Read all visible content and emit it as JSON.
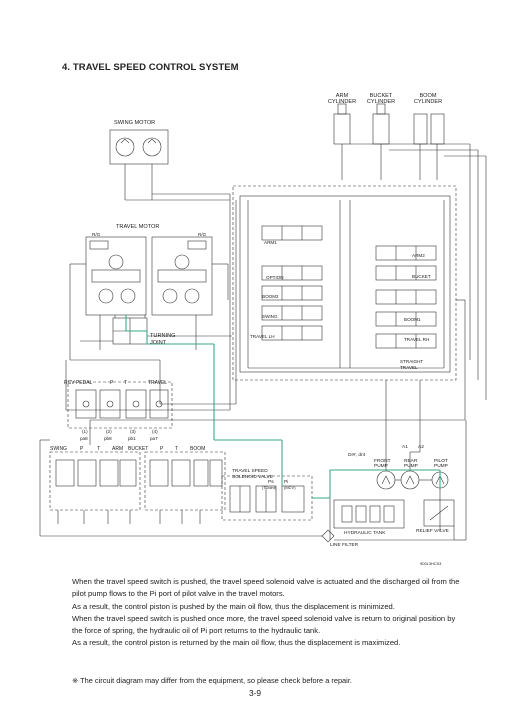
{
  "section_title": "4. TRAVEL SPEED CONTROL SYSTEM",
  "diagram": {
    "cylinders": {
      "arm": [
        "ARM",
        "CYLINDER"
      ],
      "bucket": [
        "BUCKET",
        "CYLINDER"
      ],
      "boom": [
        "BOOM",
        "CYLINDER"
      ]
    },
    "swing_motor": "SWING MOTOR",
    "travel_motor": "TRAVEL MOTOR",
    "rg_left": "R/G",
    "rg_right": "R/G",
    "turning_joint": [
      "TURNING",
      "JOINT"
    ],
    "spools": {
      "arm1": "ARM1",
      "arm2": "ARM2",
      "option": "OPTION",
      "bucket": "BUCKET",
      "swing": "SWING",
      "boom1": "BOOM1",
      "boom2": "BOOM2",
      "travel_lh": "TRAVEL LH",
      "travel_rh": "TRAVEL RH",
      "straight_travel": [
        "STRAIGHT",
        "TRAVEL"
      ]
    },
    "rcv_pedal": "RCV PEDAL",
    "travel": "TRAVEL",
    "pedal_ports": [
      "(1)",
      "(2)",
      "(3)",
      "(4)"
    ],
    "pedal_pilot": [
      "pa8",
      "pb8",
      "pb1",
      "pa7"
    ],
    "swing": "SWING",
    "arm": "ARM",
    "bucket": "BUCKET",
    "boom": "BOOM",
    "p_label": "P",
    "t_label": "T",
    "travel_speed_valve": [
      "TRAVEL SPEED",
      "SOLENOID VALVE"
    ],
    "pilot_ports": [
      "Ps",
      "Pi",
      "(T.Joint)",
      "(MCV)"
    ],
    "front_pump": [
      "FRONT",
      "PUMP"
    ],
    "rear_pump": [
      "REAR",
      "PUMP"
    ],
    "pilot_pump": [
      "PILOT",
      "PUMP"
    ],
    "a1": "A1",
    "a2": "A2",
    "dr": "Dr#, dr4",
    "hydraulic_tank": "HYDRAULIC TANK",
    "relief_valve": "RELIEF VALVE",
    "line_filter": "LINE FILTER",
    "fig_code": "900L3HC03"
  },
  "paragraphs": [
    "When the travel speed switch is pushed, the travel speed solenoid valve is actuated and the discharged oil from the pilot pump flows to the Pi port of pilot valve in the travel motors.",
    "As a result, the control piston is pushed by the main oil flow, thus the displacement is minimized.",
    "When the travel speed switch is pushed once more, the travel speed solenoid valve is return to original position by the force of spring, the hydraulic oil of Pi port returns to the hydraulic tank.",
    "As a result, the control piston is returned by the main oil flow, thus the displacement is maximized."
  ],
  "note": "※ The circuit diagram may differ from the equipment, so please check before a repair.",
  "page_number": "3-9",
  "colors": {
    "line": "#333333",
    "highlight_green": "#3aa88a"
  }
}
